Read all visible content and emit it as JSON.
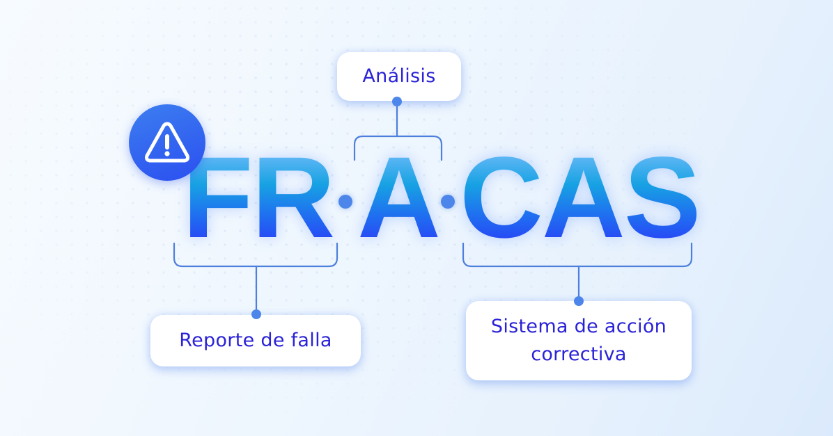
{
  "diagram": {
    "acronym": {
      "segments": [
        {
          "text": "FR",
          "meaning": "Reporte de falla"
        },
        {
          "text": "A",
          "meaning": "Análisis"
        },
        {
          "text": "CAS",
          "meaning": "Sistema de acción correctiva"
        }
      ],
      "separator": "·"
    },
    "icon": "warning-triangle-icon",
    "labels": {
      "top": "Análisis",
      "bottom_left": "Reporte de falla",
      "bottom_right_line1": "Sistema de acción",
      "bottom_right_line2": "correctiva"
    },
    "colors": {
      "label_text": "#2a22d6",
      "connector": "#4d7fdc",
      "icon_bg": "#2f5ff0",
      "letter_gradient_top": "#63b8f6",
      "letter_gradient_bottom": "#2a3ef7"
    }
  }
}
